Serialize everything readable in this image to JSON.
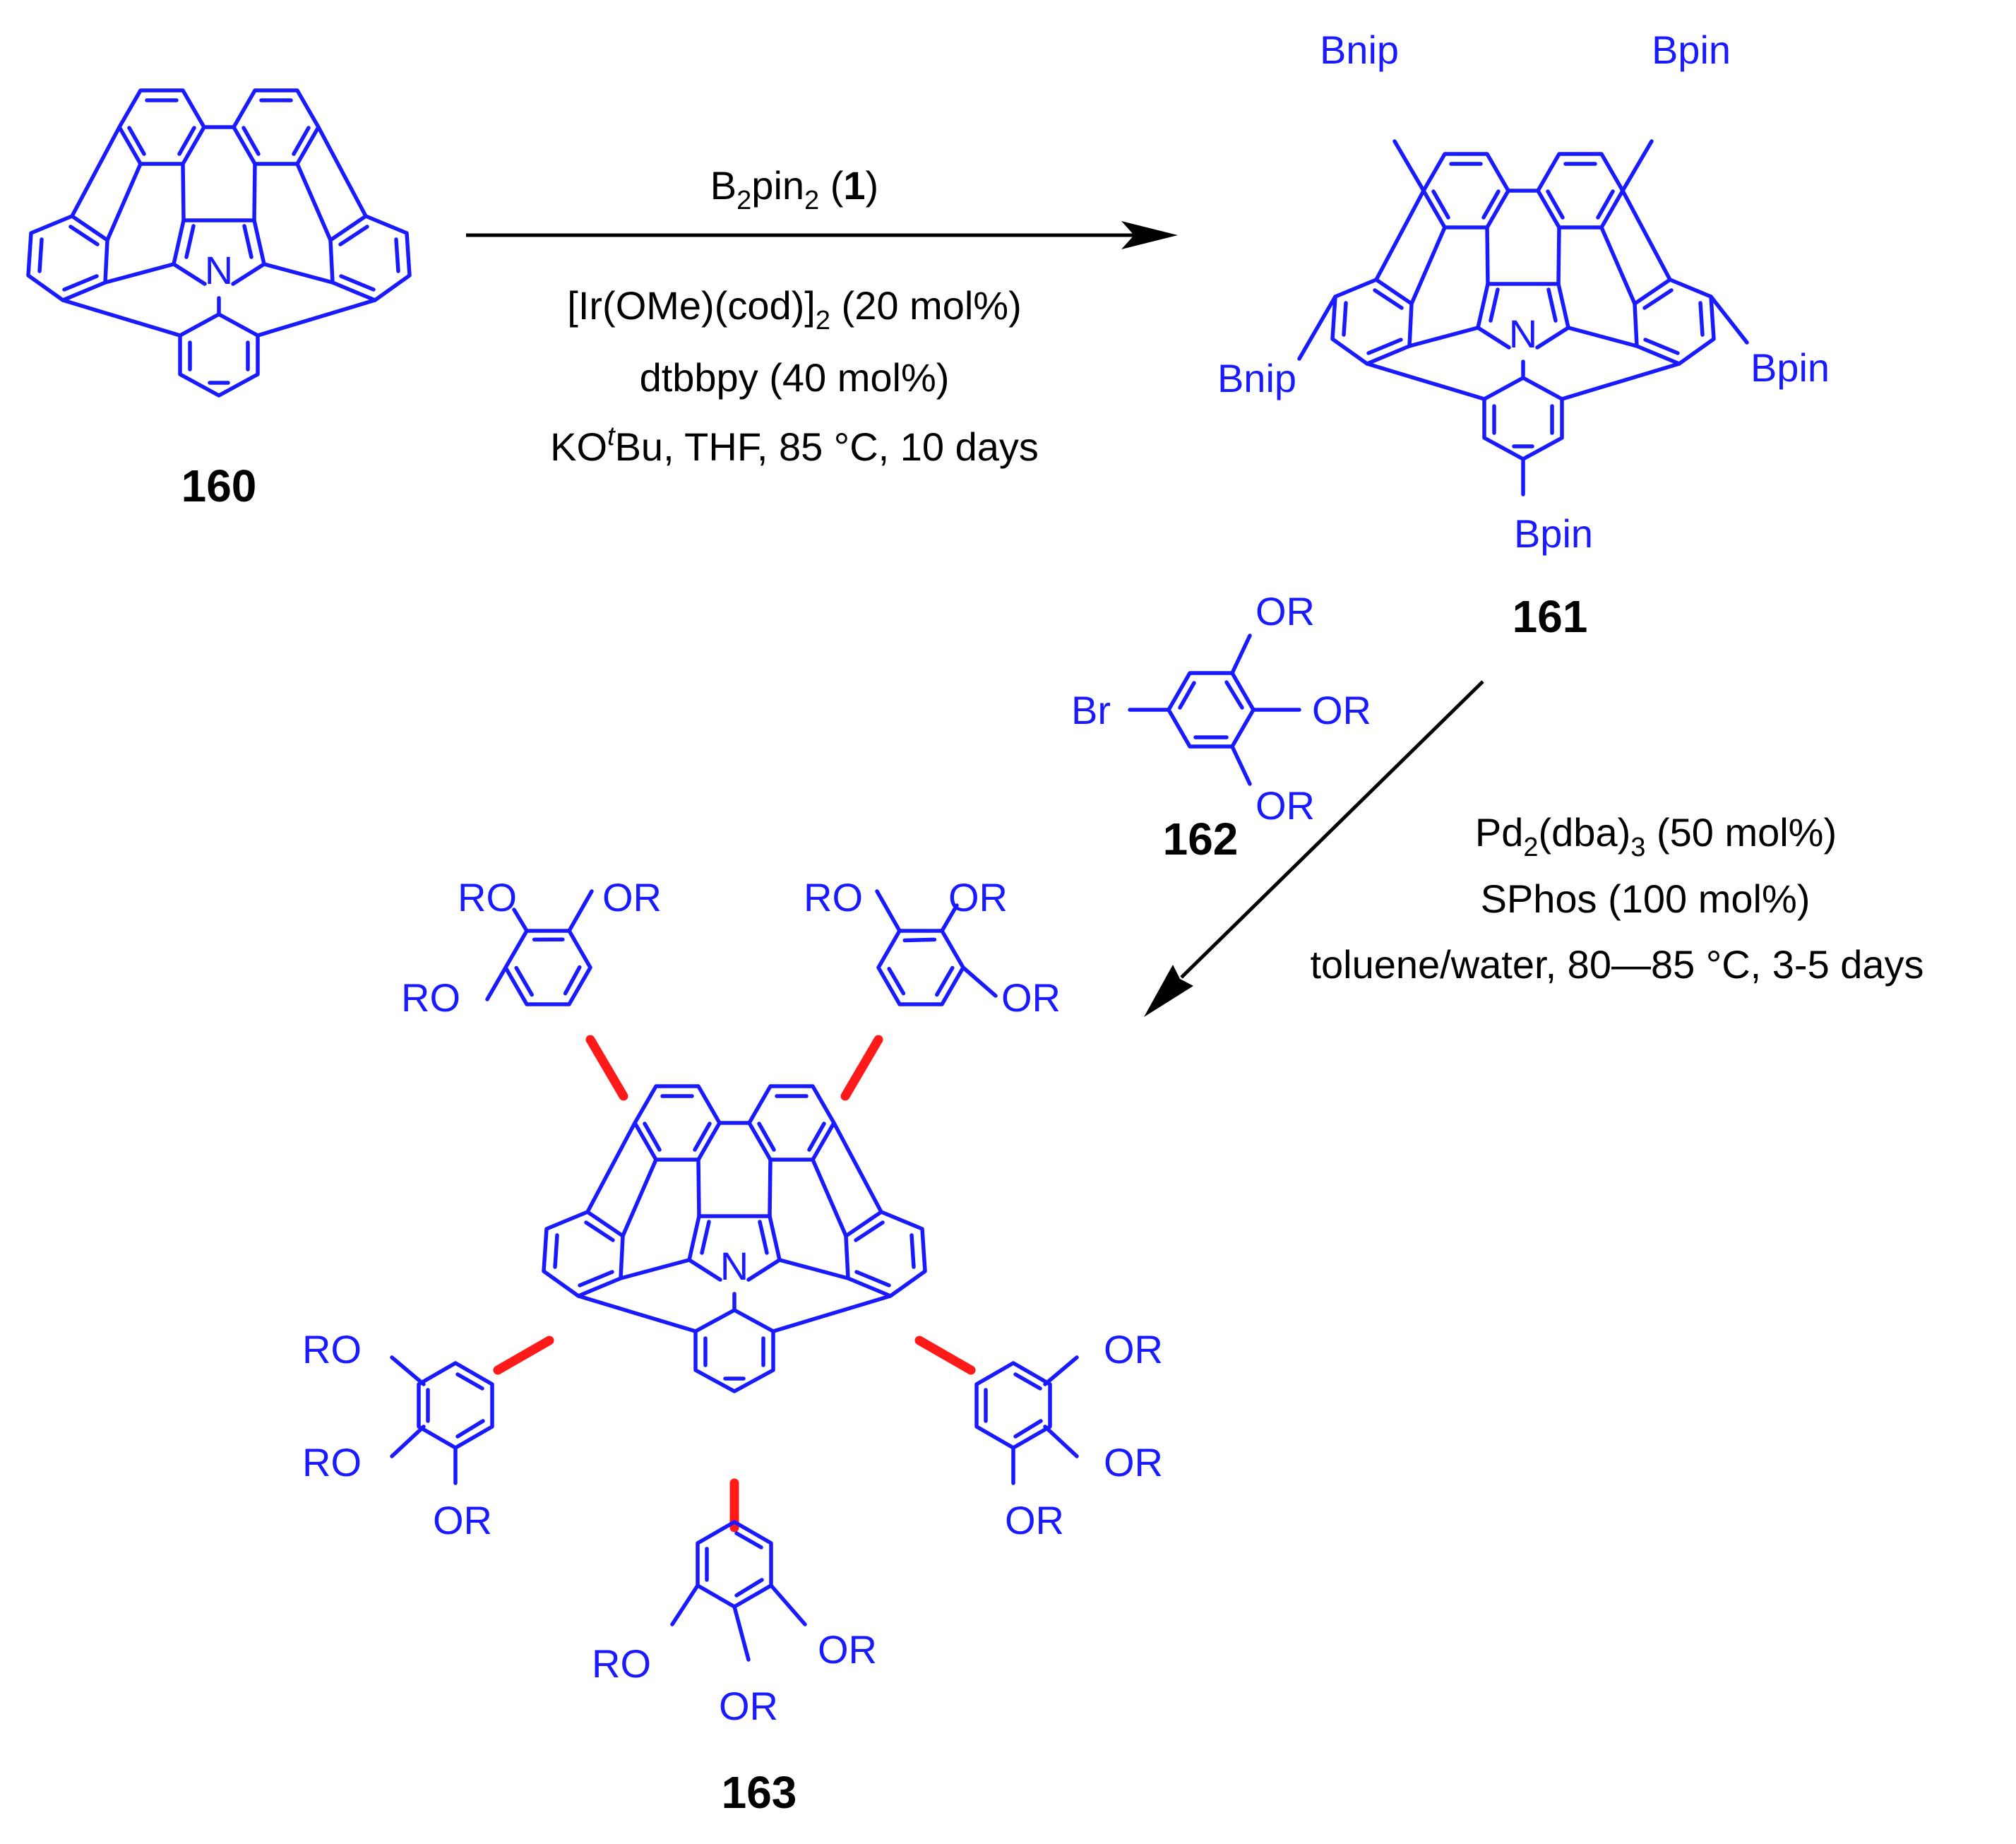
{
  "colors": {
    "structure": "#1a1aff",
    "new_bond": "#ff1a1a",
    "text": "#000000",
    "background": "#ffffff"
  },
  "compounds": {
    "c160": {
      "label": "160",
      "atom_n": "N"
    },
    "c161": {
      "label": "161",
      "atom_n": "N",
      "subs": [
        "Bnip",
        "Bpin",
        "Bnip",
        "Bpin",
        "Bpin"
      ]
    },
    "c162": {
      "label": "162",
      "br": "Br",
      "or": "OR"
    },
    "c163": {
      "label": "163",
      "atom_n": "N",
      "or": "OR",
      "ro": "RO"
    }
  },
  "step1": {
    "reagent": {
      "a": "B",
      "a_sub": "2",
      "b": "pin",
      "b_sub": "2",
      "c": " (",
      "bold": "1",
      "d": ")"
    },
    "cat": {
      "a": "[Ir(OMe)(cod)]",
      "a_sub": "2",
      "b": " (20 mol%)"
    },
    "ligand": "dtbbpy (40 mol%)",
    "base": {
      "a": "KO",
      "a_sup": "t",
      "b": "Bu, THF, 85 °C, 10 days"
    }
  },
  "step2": {
    "pd": {
      "a": "Pd",
      "a_sub": "2",
      "b": "(dba)",
      "b_sub": "3",
      "c": " (50 mol%)"
    },
    "ligand": "SPhos (100 mol%)",
    "solvent": "toluene/water, 80—85 °C, 3-5 days"
  }
}
